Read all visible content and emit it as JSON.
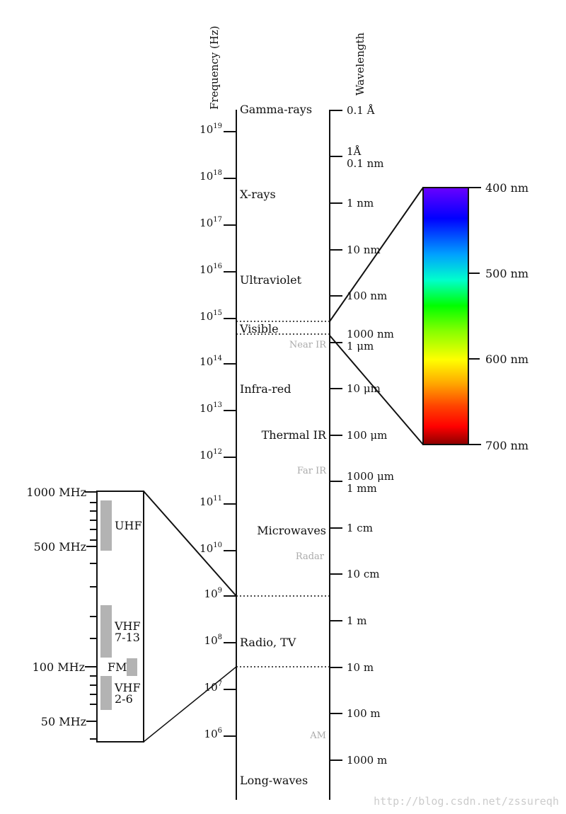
{
  "axes": {
    "frequency_title": "Frequency (Hz)",
    "wavelength_title": "Wavelength"
  },
  "frequency_ticks": [
    {
      "base": "10",
      "exp": "19"
    },
    {
      "base": "10",
      "exp": "18"
    },
    {
      "base": "10",
      "exp": "17"
    },
    {
      "base": "10",
      "exp": "16"
    },
    {
      "base": "10",
      "exp": "15"
    },
    {
      "base": "10",
      "exp": "14"
    },
    {
      "base": "10",
      "exp": "13"
    },
    {
      "base": "10",
      "exp": "12"
    },
    {
      "base": "10",
      "exp": "11"
    },
    {
      "base": "10",
      "exp": "10"
    },
    {
      "base": "10",
      "exp": "9"
    },
    {
      "base": "10",
      "exp": "8"
    },
    {
      "base": "10",
      "exp": "7"
    },
    {
      "base": "10",
      "exp": "6"
    }
  ],
  "wavelength_ticks": [
    {
      "line1": "0.1 Å",
      "line2": ""
    },
    {
      "line1": "1Å",
      "line2": "0.1 nm"
    },
    {
      "line1": "1 nm",
      "line2": ""
    },
    {
      "line1": "10 nm",
      "line2": ""
    },
    {
      "line1": "100 nm",
      "line2": ""
    },
    {
      "line1": "1000 nm",
      "line2": "1 μm"
    },
    {
      "line1": "10 μm",
      "line2": ""
    },
    {
      "line1": "100 μm",
      "line2": ""
    },
    {
      "line1": "1000 μm",
      "line2": "1 mm"
    },
    {
      "line1": "1 cm",
      "line2": ""
    },
    {
      "line1": "10 cm",
      "line2": ""
    },
    {
      "line1": "1 m",
      "line2": ""
    },
    {
      "line1": "10 m",
      "line2": ""
    },
    {
      "line1": "100 m",
      "line2": ""
    },
    {
      "line1": "1000 m",
      "line2": ""
    }
  ],
  "bands": [
    "Gamma-rays",
    "X-rays",
    "Ultraviolet",
    "Visible",
    "Infra-red",
    "Thermal IR",
    "Microwaves",
    "Radio, TV",
    "Long-waves"
  ],
  "sub_bands": [
    "Near IR",
    "Far IR",
    "Radar",
    "AM"
  ],
  "visible_spectrum": {
    "labels": [
      "400 nm",
      "500 nm",
      "600 nm",
      "700 nm"
    ],
    "colors": [
      "#6a00ff",
      "#0000ff",
      "#00a0ff",
      "#00ffcc",
      "#00ff00",
      "#88ff00",
      "#ffff00",
      "#ffaa00",
      "#ff4400",
      "#ff0000",
      "#8b0000"
    ]
  },
  "radio_detail": {
    "labels": [
      "1000 MHz",
      "500 MHz",
      "100 MHz",
      "50 MHz"
    ],
    "bands": [
      {
        "line1": "UHF",
        "line2": ""
      },
      {
        "line1": "VHF",
        "line2": "7-13"
      },
      {
        "line1": "FM",
        "line2": ""
      },
      {
        "line1": "VHF",
        "line2": "2-6"
      }
    ],
    "bar_color": "#b3b3b3"
  },
  "watermark": "http://blog.csdn.net/zssureqh"
}
